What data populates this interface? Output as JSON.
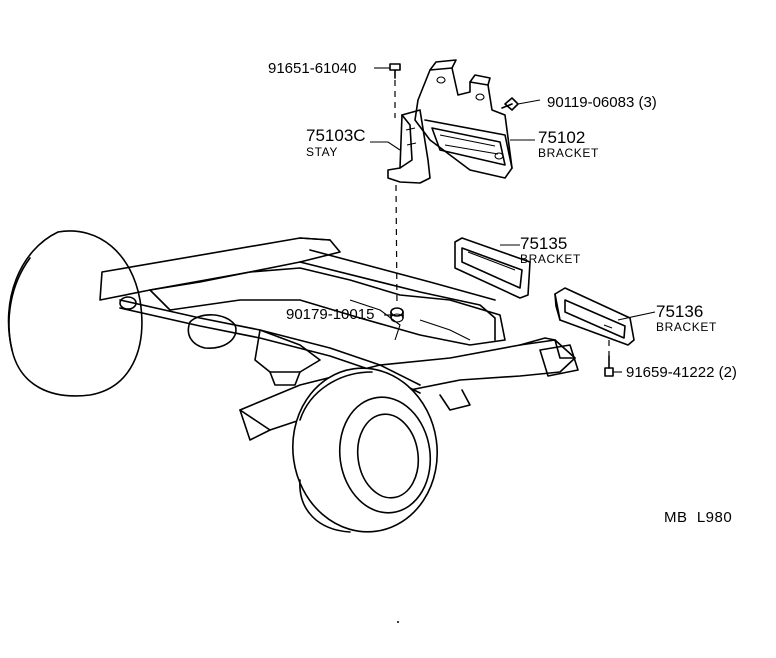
{
  "callouts": {
    "bolt_top": "91651-61040",
    "bolt_right": "90119-06083 (3)",
    "stay_number": "75103C",
    "stay_name": "STAY",
    "bracket_main_number": "75102",
    "bracket_main_name": "BRACKET",
    "bracket_mid_number": "75135",
    "bracket_mid_name": "BRACKET",
    "bracket_low_number": "75136",
    "bracket_low_name": "BRACKET",
    "nut_frame": "90179-10015",
    "bolt_bottom": "91659-41222 (2)",
    "diagram_code": "MB  L980"
  }
}
